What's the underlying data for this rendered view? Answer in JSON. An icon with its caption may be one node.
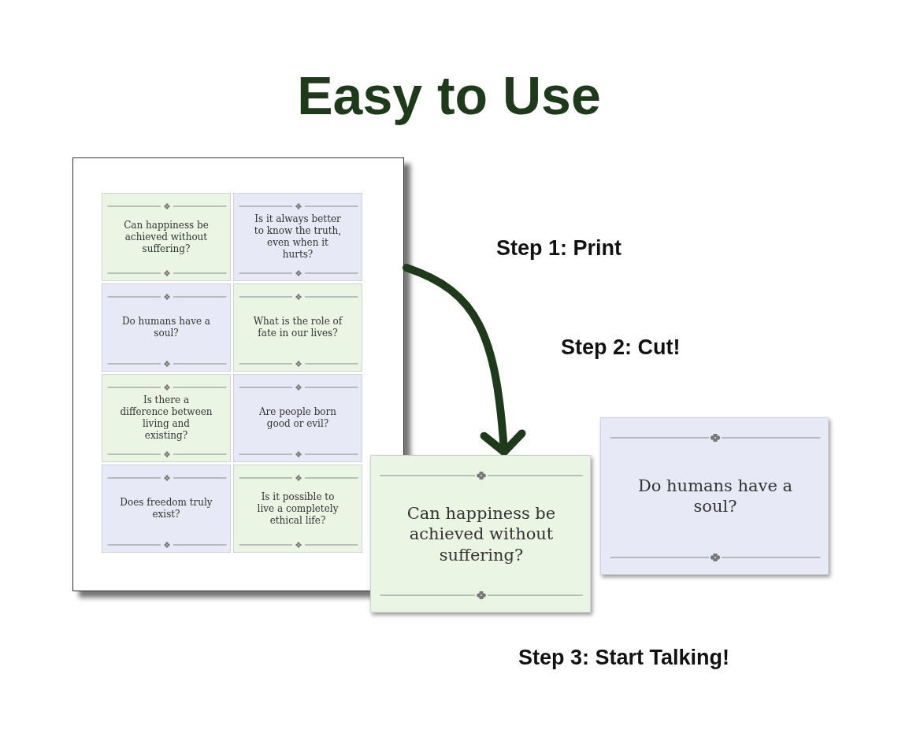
{
  "diagram": {
    "title": "Easy to Use",
    "nodes": [
      {
        "text": [],
        "shape": "box"
      },
      {
        "text": [
          "Can happiness be achieved without suffering?"
        ],
        "in": 0
      },
      {
        "text": [
          "Is it always better to know the truth, even when it hurts?"
        ],
        "in": 0
      },
      {
        "text": [
          "Do humans have a soul?"
        ],
        "in": 0
      },
      {
        "text": [
          "What is the role of fate in our lives?"
        ],
        "in": 0
      },
      {
        "text": [
          "Is there a difference between living and existing?"
        ],
        "in": 0
      },
      {
        "text": [
          "Are people born good or evil?"
        ],
        "in": 0
      },
      {
        "text": [
          "Does freedom truly exist?"
        ],
        "in": 0
      },
      {
        "text": [
          "Is it possible to live a completely ethical life?"
        ],
        "in": 0
      },
      {
        "text": [
          "Can happiness be achieved without suffering?"
        ]
      },
      {
        "text": [
          "Do humans have a soul?"
        ]
      }
    ],
    "edges": [
      {
        "from": 0,
        "to": 9,
        "arrow": "to"
      }
    ],
    "labels": [
      "Step 1: Print",
      "Step 2: Cut!",
      "Step 3: Start Talking!"
    ]
  }
}
